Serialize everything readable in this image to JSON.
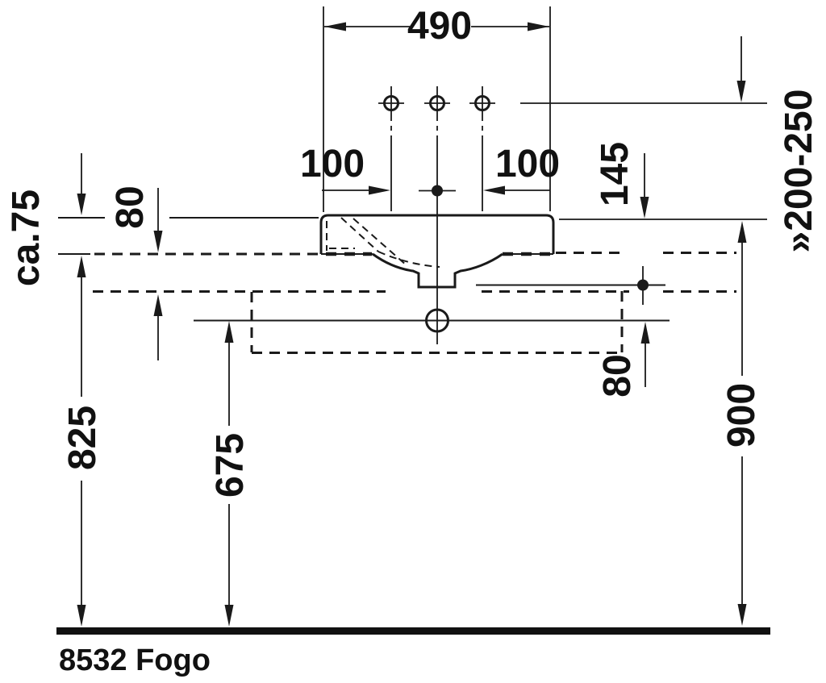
{
  "product": {
    "code_label": "8532 Fogo"
  },
  "labels": {
    "overall_width": "490",
    "tap_spacing_left": "100",
    "tap_spacing_right": "100",
    "faucet_height_range": "»200-250",
    "supply_drop": "145",
    "rim_above_counter": "ca.75",
    "counter_zone_thickness": "80",
    "supply_to_drain": "80",
    "counter_top_height": "825",
    "drain_outlet_height": "675",
    "rim_height": "900"
  },
  "colors": {
    "ink": "#1a1a1a",
    "background": "#ffffff"
  }
}
